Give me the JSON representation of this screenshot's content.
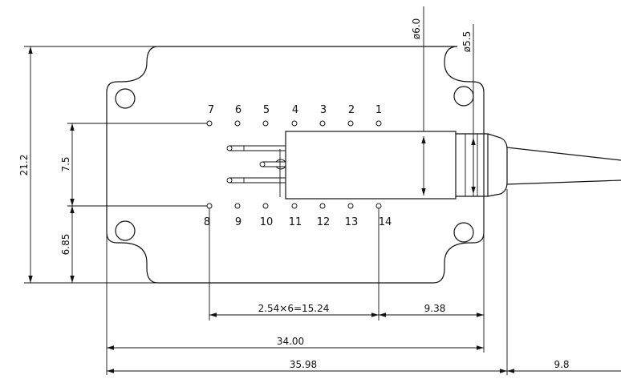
{
  "drawing": {
    "pins_top": [
      "7",
      "6",
      "5",
      "4",
      "3",
      "2",
      "1"
    ],
    "pins_bottom": [
      "8",
      "9",
      "10",
      "11",
      "12",
      "13",
      "14"
    ],
    "dimensions": {
      "body_height": "21.2",
      "pin_row_spacing": "7.5",
      "pin_row_offset": "6.85",
      "pin_pitch": "2.54×6=15.24",
      "pin14_to_nose": "9.38",
      "body_width": "34.00",
      "overall_width": "35.98",
      "fiber_boot": "9.8",
      "dia_outer": "ø6.0",
      "dia_inner": "ø5.5"
    }
  }
}
